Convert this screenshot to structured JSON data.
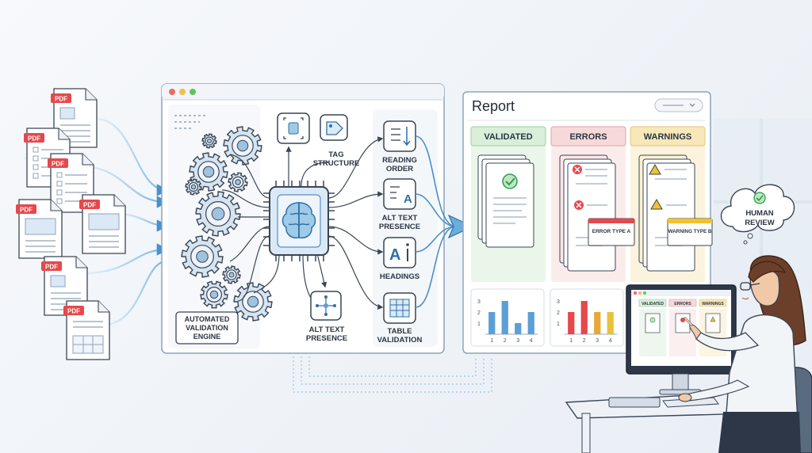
{
  "document_labels": [
    "PDF",
    "PDF",
    "PDF",
    "PDF",
    "PDF",
    "PDF",
    "PDF"
  ],
  "engine": {
    "label_line1": "AUTOMATED",
    "label_line2": "VALIDATION",
    "label_line3": "ENGINE",
    "checks": {
      "tag_structure": [
        "TAG",
        "STRUCTURE"
      ],
      "alt_text_bottom": [
        "ALT TEXT",
        "PRESENCE"
      ],
      "reading_order": [
        "READING",
        "ORDER"
      ],
      "alt_text_presence": [
        "ALT TEXT",
        "PRESENCE"
      ],
      "headings": [
        "HEADINGS"
      ],
      "table_validation": [
        "TABLE",
        "VALIDATION"
      ]
    }
  },
  "report": {
    "title": "Report",
    "columns": {
      "validated": "VALIDATED",
      "errors": "ERRORS",
      "warnings": "WARNINGS"
    },
    "error_popup": "ERROR TYPE A",
    "warning_popup": "WARNING TYPE B"
  },
  "human_review": [
    "HUMAN",
    "REVIEW"
  ],
  "monitor_tabs": [
    "VALIDATED",
    "ERRORS",
    "WARNINGS"
  ],
  "colors": {
    "validated": "#d9efd9",
    "errors": "#f8d9d9",
    "warnings": "#f8e7b8",
    "accent_blue": "#5b9fd6",
    "pdf_red": "#e5484d"
  },
  "chart_data": [
    {
      "type": "bar",
      "categories": [
        "1",
        "2",
        "3",
        "4"
      ],
      "series": [
        {
          "values": [
            2,
            3,
            1,
            2
          ]
        }
      ],
      "ylim": [
        0,
        3
      ],
      "yticks": [
        "1",
        "2",
        "3"
      ],
      "colors": [
        "#5b9fd6"
      ]
    },
    {
      "type": "bar",
      "categories": [
        "1",
        "2",
        "3",
        "4"
      ],
      "series": [
        {
          "values": [
            2,
            3,
            2,
            2
          ]
        }
      ],
      "ylim": [
        0,
        3
      ],
      "yticks": [
        "1",
        "2",
        "3"
      ],
      "colors": [
        "#e5484d",
        "#e5484d",
        "#e8a838",
        "#e8c23a"
      ]
    }
  ]
}
